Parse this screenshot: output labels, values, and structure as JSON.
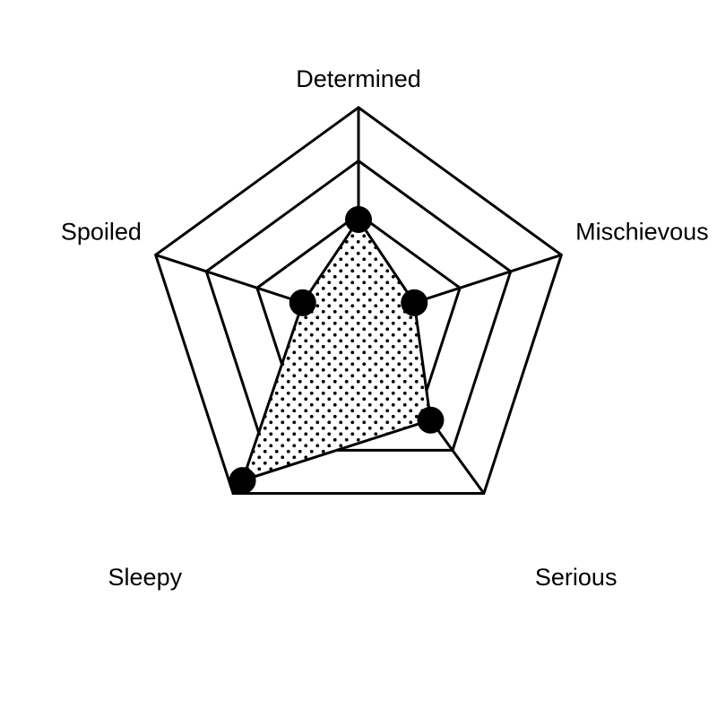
{
  "chart_data": {
    "type": "radar",
    "title": "",
    "axes": [
      "Determined",
      "Mischievous",
      "Serious",
      "Sleepy",
      "Spoiled"
    ],
    "range": [
      0,
      4
    ],
    "grid_levels": 4,
    "grid": true,
    "legend": "none",
    "series": [
      {
        "values": [
          1.9,
          1.1,
          2.3,
          3.7,
          1.1
        ]
      }
    ],
    "colors": {
      "line": "#000000",
      "marker": "#000000",
      "fill_pattern": "dots",
      "background": "#ffffff"
    }
  }
}
